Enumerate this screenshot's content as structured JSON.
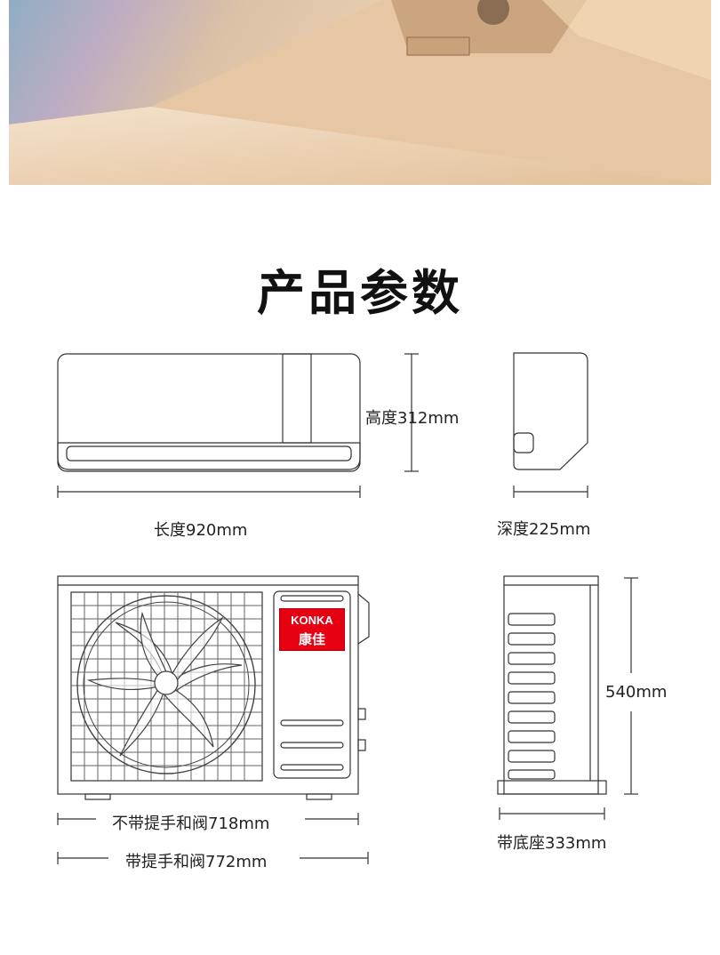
{
  "title": "产品参数",
  "brand": {
    "logo_text": "KONKA",
    "logo_cn": "康佳",
    "color": "#e60012"
  },
  "indoor_unit": {
    "height_label": "高度312mm",
    "length_label": "长度920mm",
    "depth_label": "深度225mm"
  },
  "outdoor_unit": {
    "height_label": "540mm",
    "width_no_handle_label": "不带提手和阀718mm",
    "width_with_handle_label": "带提手和阀772mm",
    "base_depth_label": "带底座333mm"
  }
}
